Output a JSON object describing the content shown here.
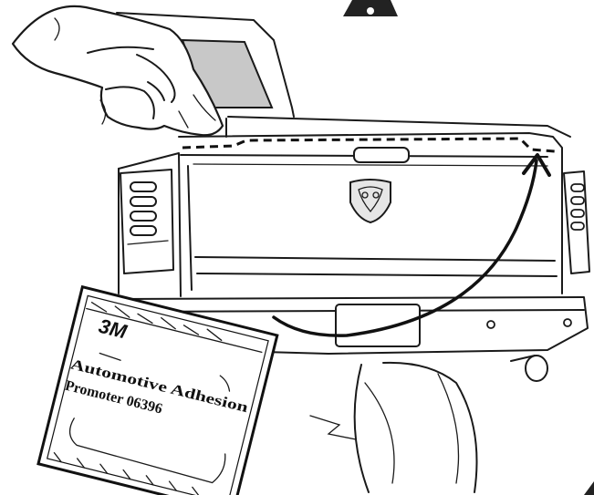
{
  "packet": {
    "brand": "3M",
    "line1": "Automotive Adhesion",
    "line2": "Promoter 06396"
  },
  "colors": {
    "stroke": "#1a1a1a",
    "window": "#c8c8c8",
    "background": "#ffffff"
  }
}
